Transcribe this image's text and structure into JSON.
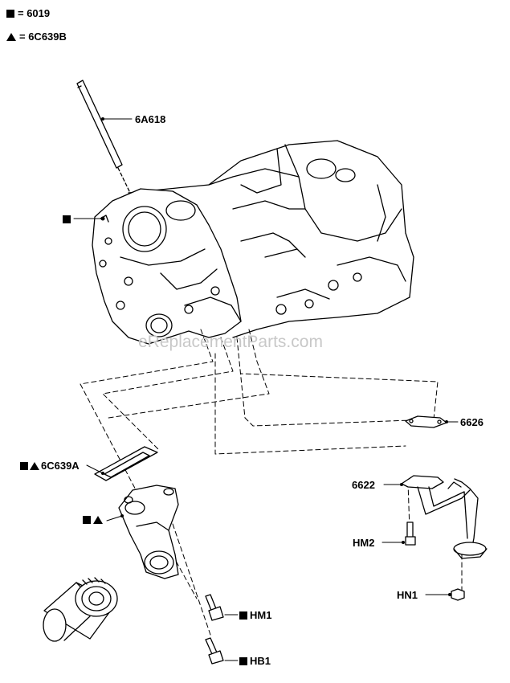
{
  "legend": [
    {
      "symbol": "square",
      "text": "= 6019"
    },
    {
      "symbol": "triangle",
      "text": "= 6C639B"
    }
  ],
  "labels": {
    "dipstick_tube": "6A618",
    "front_cover_bolt": "",
    "filter_adapter_gasket": "6C639A",
    "filter_adapter": "",
    "pickup_gasket": "6626",
    "pickup_tube": "6622",
    "pickup_bolt": "HM2",
    "pickup_nut": "HN1",
    "adapter_bolt_1": "HM1",
    "adapter_bolt_2": "HB1"
  },
  "watermark": "eReplacementParts.com"
}
